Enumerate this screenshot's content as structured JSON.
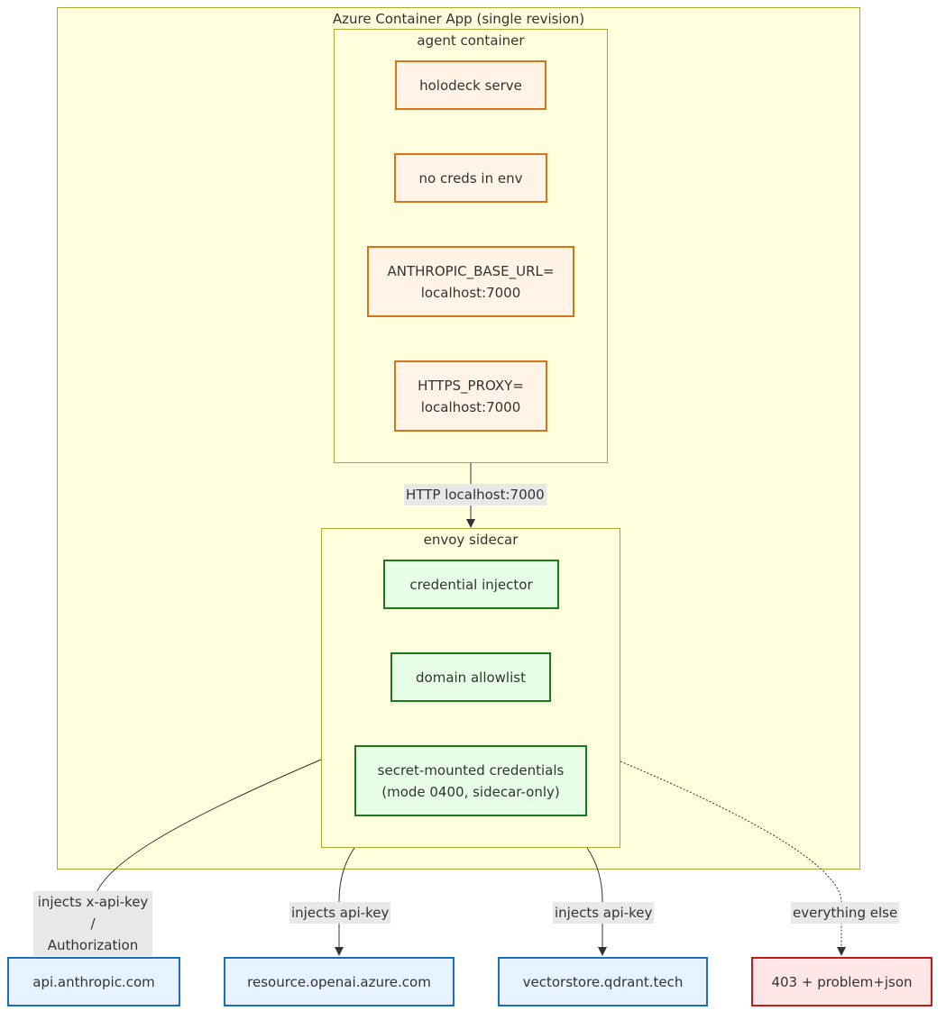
{
  "clusters": {
    "app": "Azure Container App (single revision)",
    "agent": "agent container",
    "envoy": "envoy sidecar"
  },
  "nodes": {
    "holodeck_serve": "holodeck serve",
    "no_creds": "no creds in env",
    "anthropic_base_url": "ANTHROPIC_BASE_URL=\nlocalhost:7000",
    "https_proxy": "HTTPS_PROXY=\nlocalhost:7000",
    "credential_injector": "credential injector",
    "domain_allowlist": "domain allowlist",
    "secret_mounted": "secret-mounted credentials\n(mode 0400, sidecar-only)",
    "anthropic_api": "api.anthropic.com",
    "openai_resource": "resource.openai.azure.com",
    "vectorstore": "vectorstore.qdrant.tech",
    "forbidden": "403 + problem+json"
  },
  "edges": {
    "http_localhost": "HTTP localhost:7000",
    "injects_anthropic": "injects x-api-key /\nAuthorization",
    "injects_openai": "injects api-key",
    "injects_qdrant": "injects api-key",
    "everything_else": "everything else"
  },
  "colors": {
    "cluster_fill": "#ffffde",
    "cluster_border": "#aaaa33",
    "agent_fill": "#fff4e6",
    "agent_border": "#d9731a",
    "envoy_fill": "#e6ffe6",
    "envoy_border": "#1a7a1a",
    "external_fill": "#e6f2ff",
    "external_border": "#1a6fc4",
    "deny_fill": "#ffe6e6",
    "deny_border": "#c41a1a"
  }
}
